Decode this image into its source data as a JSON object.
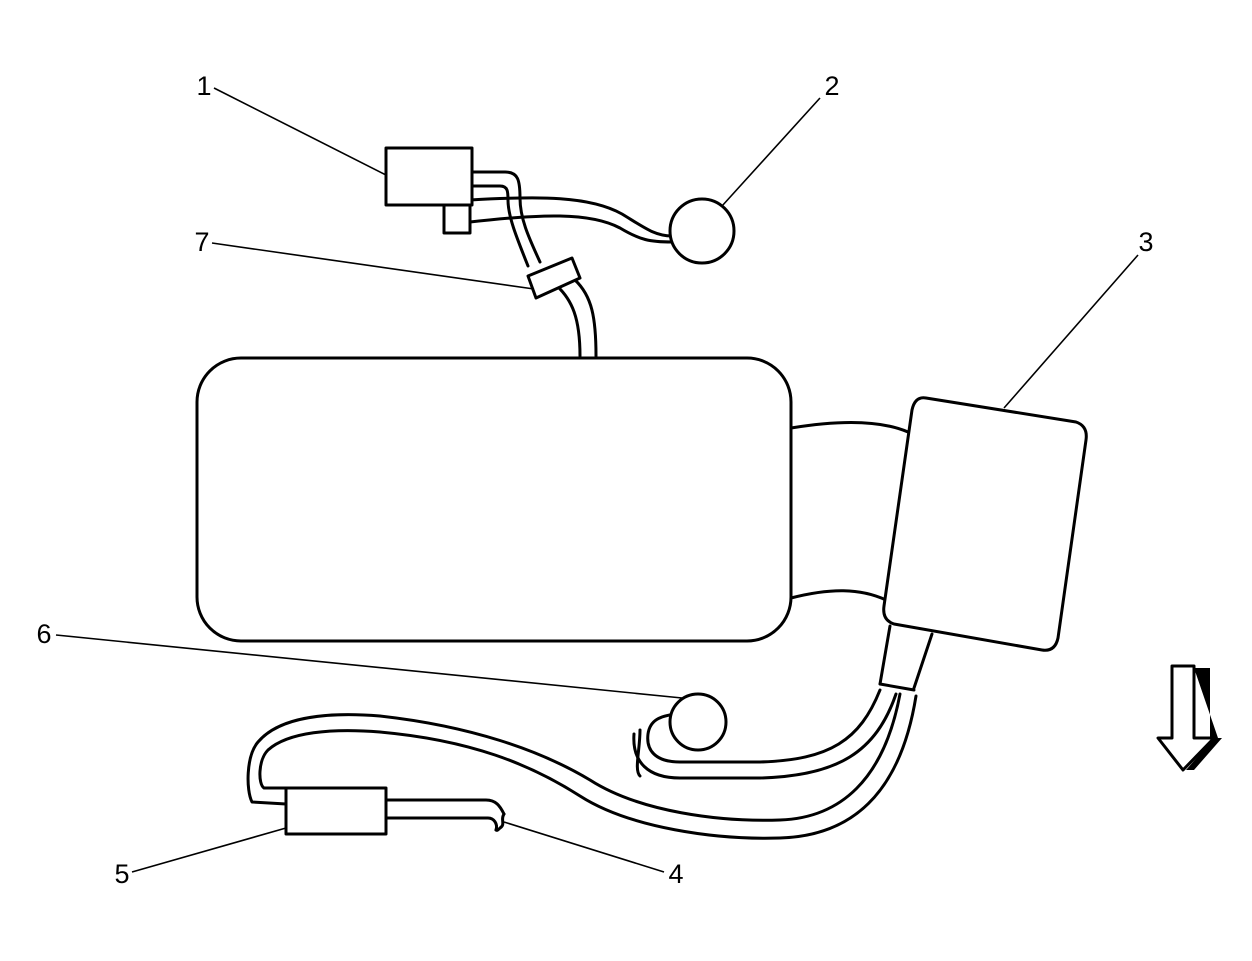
{
  "callouts": [
    {
      "id": "1",
      "text": "1"
    },
    {
      "id": "2",
      "text": "2"
    },
    {
      "id": "3",
      "text": "3"
    },
    {
      "id": "4",
      "text": "4"
    },
    {
      "id": "5",
      "text": "5"
    },
    {
      "id": "6",
      "text": "6"
    },
    {
      "id": "7",
      "text": "7"
    }
  ],
  "icons": {
    "direction_arrow": "arrow-down-icon"
  },
  "colors": {
    "line": "#000000",
    "background": "#ffffff"
  }
}
